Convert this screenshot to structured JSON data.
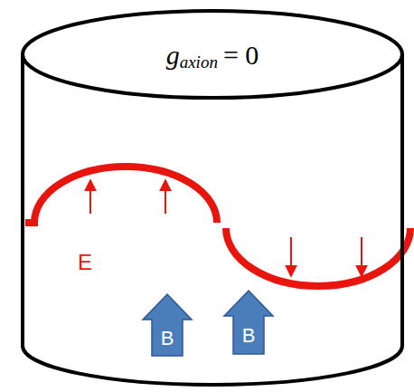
{
  "diagram": {
    "nodes": [
      {
        "text": [
          "g",
          "axion",
          "= 0"
        ]
      },
      {
        "text": [
          "B"
        ],
        "in": 0
      },
      {
        "text": [
          "B"
        ],
        "in": 0
      }
    ],
    "labels": [
      "E"
    ]
  }
}
